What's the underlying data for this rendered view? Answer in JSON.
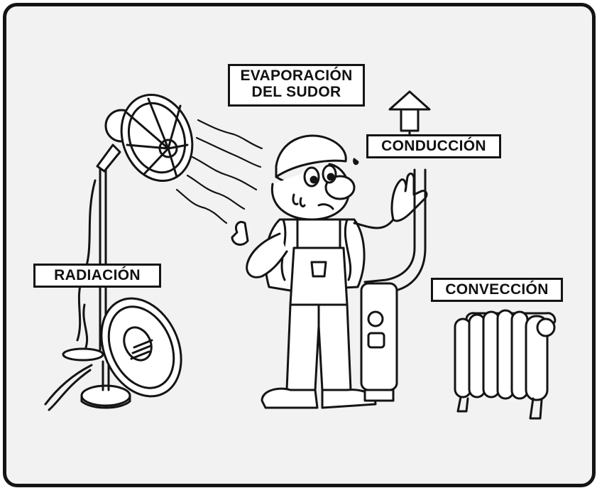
{
  "labels": {
    "evaporation_line1": "EVAPORACIÓN",
    "evaporation_line2": "DEL SUDOR",
    "conduction": "CONDUCCIÓN",
    "radiation": "RADIACIÓN",
    "convection": "CONVECCIÓN"
  },
  "colors": {
    "background": "#f2f2f2",
    "outline": "#141414",
    "label_fill": "#ffffff"
  },
  "icons": [
    "stand-fan-icon",
    "heat-lamp-icon",
    "worker-icon",
    "pipe-icon",
    "oil-radiator-icon",
    "air-flow-icon"
  ]
}
